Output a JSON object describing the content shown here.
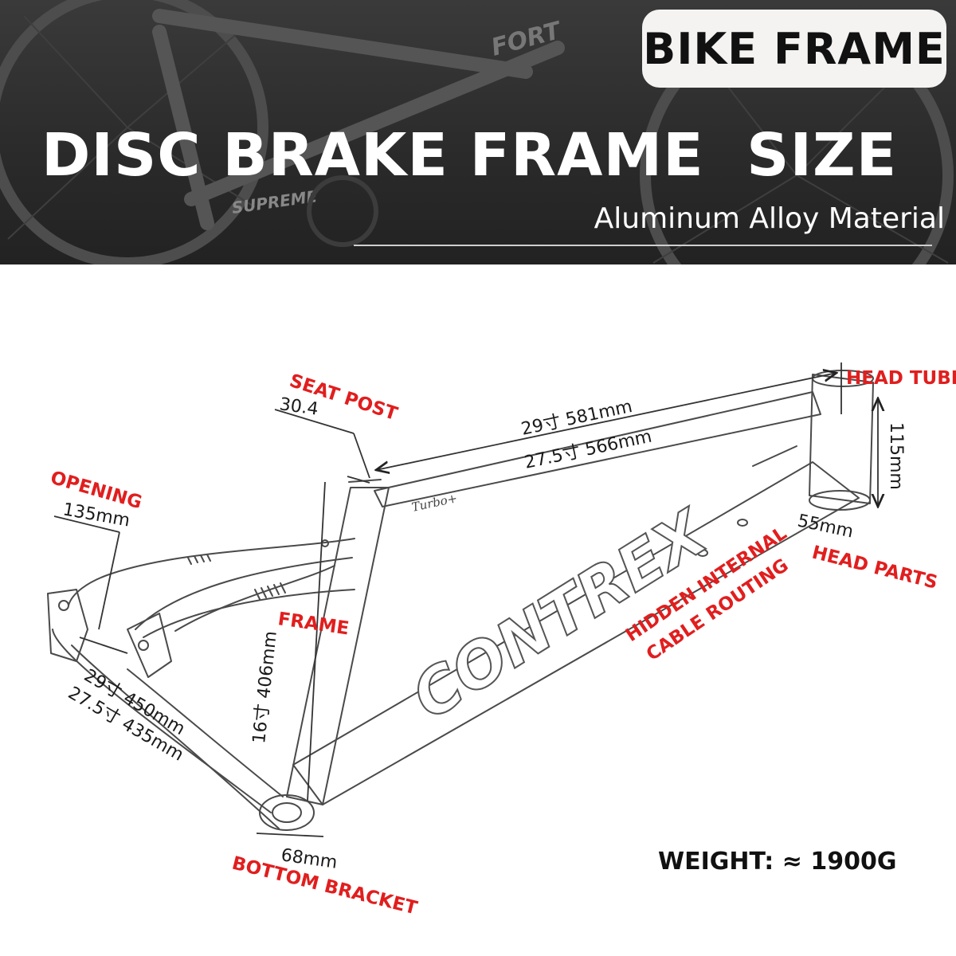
{
  "header": {
    "badge": "BIKE FRAME",
    "title": "DISC BRAKE FRAME  SIZE",
    "subtitle": "Aluminum Alloy Material"
  },
  "frame_branding": {
    "down_tube_text": "CONTREX",
    "top_tube_text": "Turbo+",
    "background_bike_text": [
      "FORT",
      "SUPREME"
    ]
  },
  "callouts": {
    "seat_post": {
      "title": "SEAT POST",
      "value": "30.4"
    },
    "opening": {
      "title": "OPENING",
      "value": "135mm"
    },
    "head_tube": {
      "title": "HEAD TUBE",
      "value": "115mm"
    },
    "top_tube": {
      "line1": "29寸   581mm",
      "line2": "27.5寸 566mm"
    },
    "head_parts": {
      "title": "HEAD PARTS",
      "value": "55mm"
    },
    "cable": {
      "line1": "HIDDEN INTERNAL",
      "line2": "CABLE ROUTING"
    },
    "frame": {
      "title": "FRAME",
      "value": "16寸 406mm"
    },
    "chainstay": {
      "line1": "29寸     450mm",
      "line2": "27.5寸 435mm"
    },
    "bottom_bracket": {
      "title": "BOTTOM BRACKET",
      "value": "68mm"
    }
  },
  "weight": "WEIGHT: ≈ 1900G",
  "colors": {
    "callout_red": "#e11e1e",
    "banner_dark": "#2a2a2a",
    "badge_bg": "#f4f3f1"
  }
}
